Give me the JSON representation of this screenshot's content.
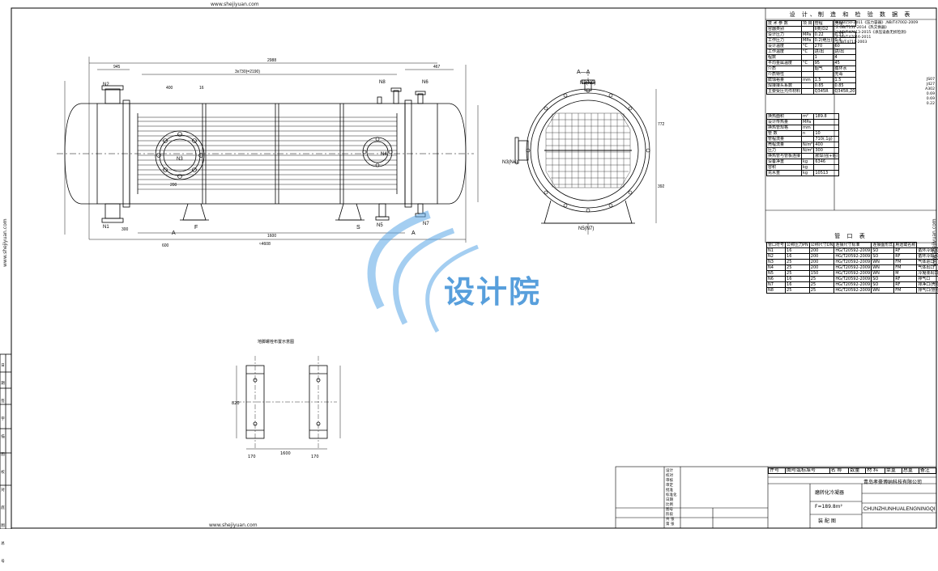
{
  "site_url": "www.shejiyuan.com",
  "watermark": "设计院",
  "main_view": {
    "nozzles": [
      "N1",
      "N2",
      "N3",
      "N4",
      "N5",
      "N6",
      "N7",
      "N8"
    ],
    "section_labels": [
      "A",
      "F",
      "S",
      "A"
    ],
    "dims": {
      "top_overall": "2988",
      "tube_pitch": "3x730(=2190)",
      "left_top": "945",
      "right_top": "467",
      "bottom_span": "1600",
      "overall_len": "≈4608",
      "d400": "400",
      "d16": "16",
      "d300": "300",
      "d600": "600",
      "d200": "200"
    }
  },
  "section_view": {
    "title": "A—A",
    "top_nozzle": "N8(N6)",
    "left_nozzle": "N3(N4)",
    "bottom_nozzle": "N5(N7)",
    "dim_right_top": "772",
    "dim_right_bottom": "392"
  },
  "detail_view": {
    "title": "地脚螺栓布置示意图",
    "dim_left": "820",
    "dim_bottom": "1600",
    "dim_a": "170",
    "dim_b": "170"
  },
  "design_table": {
    "title": "设 计、制 造 和 检 验 数 据 表",
    "header": [
      "技 术 参 数",
      "项 目",
      "管程",
      "壳程"
    ],
    "rows": [
      [
        "容器类别",
        "",
        "II类/D2"
      ],
      [
        "设计压力",
        "MPa",
        "0.22",
        "0.33"
      ],
      [
        "工作压力",
        "MPa",
        "0.2(绝压)",
        "0.4"
      ],
      [
        "设计温度",
        "°C",
        "270",
        "60"
      ],
      [
        "工作温度",
        "°C",
        "进/出",
        "进/出"
      ],
      [
        "程数",
        "",
        "1",
        "4"
      ],
      [
        "平均金属温度",
        "°C",
        "95",
        "45"
      ],
      [
        "介质",
        "",
        "烟气",
        "循环水"
      ],
      [
        "介质特性",
        "",
        "",
        "无毒"
      ],
      [
        "腐蚀裕量",
        "mm",
        "1.5",
        "1.5"
      ],
      [
        "焊接接头系数",
        "",
        "0.85",
        "0.85"
      ],
      [
        "主要受压元件材料",
        "",
        "Q345R",
        "Q345R,20"
      ]
    ],
    "lower_rows": [
      [
        "换热面积",
        "m²",
        "189.8"
      ],
      [
        "设计传热量",
        "MPa",
        ""
      ],
      [
        "换热管规格",
        "mm",
        ""
      ],
      [
        "管 数",
        "n",
        "10"
      ],
      [
        "管程流量",
        "",
        "710(.1g)"
      ],
      [
        "壳程流量",
        "N/m²",
        "400"
      ],
      [
        "压力",
        "N/m²",
        "300"
      ],
      [
        "换热管与管板连接",
        "",
        "胀焊(强+贴)"
      ],
      [
        "设备净重",
        "kg",
        "6346"
      ],
      [
        "容积",
        "kg",
        ""
      ],
      [
        "充水重",
        "kg",
        "10513"
      ]
    ],
    "standards": [
      "1.GB150-2011《压力容器》,NB/T47002-2009",
      "2.GB/T151-2014《热交换器》",
      "3.NB/T47013-2015《承压设备无损检测》",
      "4.NB/T47016-2011",
      "5.JB/T4711-2003"
    ],
    "right_values": [
      "JS07",
      "J427",
      "A302",
      "0.69",
      "0.69",
      "0.22"
    ]
  },
  "nozzle_table": {
    "title": "管 口 表",
    "headers": [
      "管口符号",
      "公称压力PN",
      "公称尺寸DN",
      "连接尺寸标准",
      "连接面形式",
      "用途或名称"
    ],
    "rows": [
      [
        "N1",
        "16",
        "200",
        "HG/T20592-2009",
        "SO",
        "RF",
        "循环冷却水进口"
      ],
      [
        "N2",
        "16",
        "200",
        "HG/T20592-2009",
        "SO",
        "RF",
        "循环冷却水出口"
      ],
      [
        "N3",
        "25",
        "200",
        "HG/T20592-2009",
        "WN",
        "FM",
        "气体进口"
      ],
      [
        "N4",
        "25",
        "200",
        "HG/T20592-2009",
        "WN",
        "FM",
        "气体出口"
      ],
      [
        "N5",
        "25",
        "150",
        "HG/T20592-2009",
        "WN",
        "M",
        "冷凝液出口"
      ],
      [
        "N6",
        "16",
        "25",
        "HG/T20592-2009",
        "SO",
        "RF",
        "排气口"
      ],
      [
        "N7",
        "16",
        "25",
        "HG/T20592-2009",
        "SO",
        "RF",
        "排净口(壳程)"
      ],
      [
        "N8",
        "25",
        "25",
        "HG/T20592-2009",
        "WN",
        "FM",
        "排气口(管程)"
      ]
    ]
  },
  "title_block": {
    "parts_header": [
      "件号",
      "图号或标准号",
      "名 称",
      "数量",
      "材 料",
      "单重",
      "总重",
      "备注"
    ],
    "company": "青岛孝豪博纳科技有限公司",
    "drawing_name": "磨转化冷凝器",
    "area": "F=189.8m²",
    "drawing_type": "装 配 图",
    "drawing_code": "CHUNZHUNHUALENGNINGQI",
    "labels": [
      "设计",
      "校对",
      "审核",
      "审定",
      "批准",
      "标准化",
      "日期",
      "比例",
      "图号",
      "阶段",
      "共 张",
      "第 张"
    ]
  },
  "left_strip": [
    "日期",
    "签字",
    "描图",
    "校对",
    "底图总号"
  ]
}
